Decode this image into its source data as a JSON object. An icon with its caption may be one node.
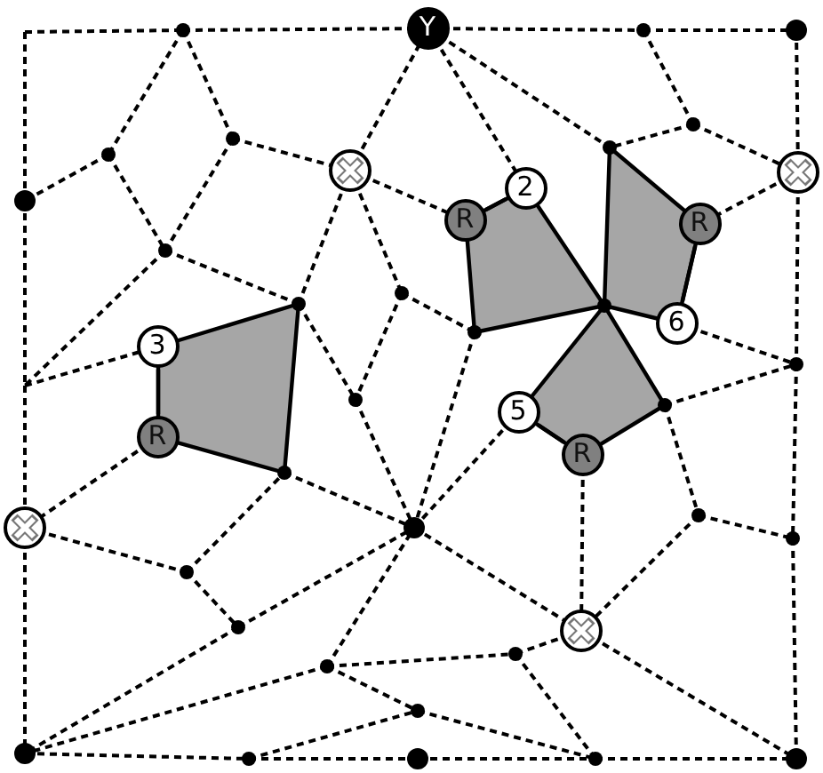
{
  "diagram": {
    "nodes": [
      {
        "text": [
          "Y"
        ]
      },
      {
        "text": [],
        "shape": "circle"
      },
      {
        "text": [],
        "shape": "circle"
      },
      {
        "text": [
          "2"
        ]
      },
      {
        "text": [
          "R"
        ]
      },
      {
        "text": [
          "R"
        ]
      },
      {
        "text": [
          "6"
        ]
      },
      {
        "text": [
          "3"
        ]
      },
      {
        "text": [
          "5"
        ]
      },
      {
        "text": [
          "R"
        ]
      },
      {
        "text": [
          "R"
        ]
      },
      {
        "text": [],
        "shape": "circle"
      },
      {
        "text": [],
        "shape": "circle"
      }
    ],
    "edges": [
      {
        "from": 3,
        "to": 4,
        "arrow": "none"
      },
      {
        "from": 5,
        "to": 6,
        "arrow": "none"
      },
      {
        "from": 7,
        "to": 9,
        "arrow": "none"
      },
      {
        "from": 8,
        "to": 10,
        "arrow": "none"
      }
    ]
  }
}
